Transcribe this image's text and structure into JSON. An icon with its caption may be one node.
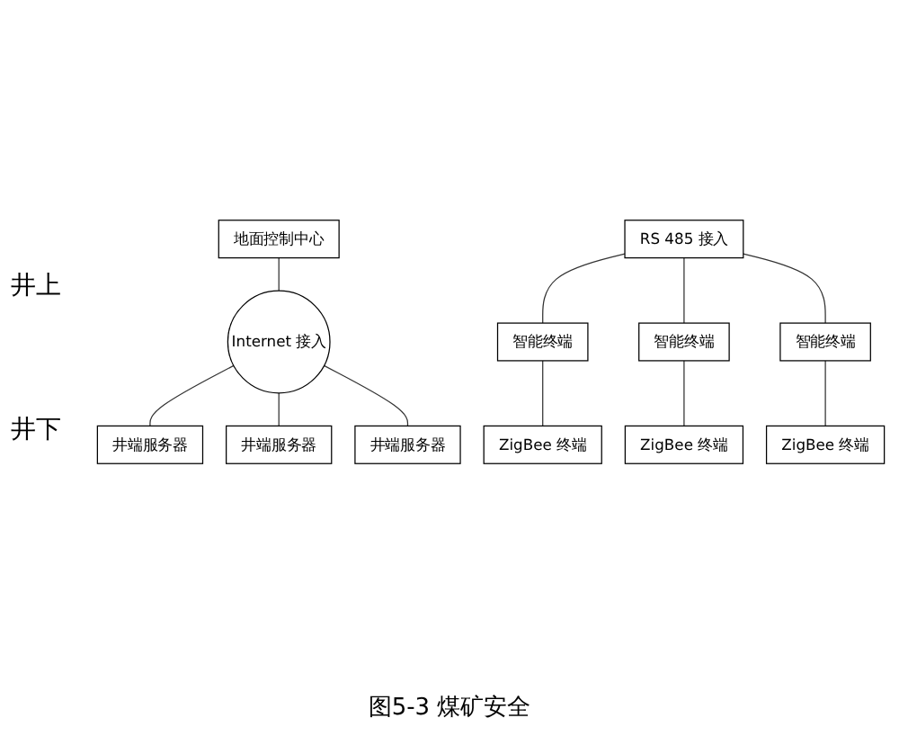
{
  "diagram": {
    "caption": "图5-3 煤矿安全",
    "nodes": [
      {
        "text": [
          "地面控制中心"
        ]
      },
      {
        "text": [
          "Internet 接入"
        ]
      },
      {
        "text": [
          "井端服务器"
        ]
      },
      {
        "text": [
          "井端服务器"
        ]
      },
      {
        "text": [
          "井端服务器"
        ]
      },
      {
        "text": [
          "RS 485 接入"
        ]
      },
      {
        "text": [
          "智能终端"
        ]
      },
      {
        "text": [
          "智能终端"
        ]
      },
      {
        "text": [
          "智能终端"
        ]
      },
      {
        "text": [
          "ZigBee 终端"
        ]
      },
      {
        "text": [
          "ZigBee 终端"
        ]
      },
      {
        "text": [
          "ZigBee 终端"
        ]
      }
    ],
    "edges": [
      {
        "from": 0,
        "to": 1,
        "arrow": "none"
      },
      {
        "from": 1,
        "to": 2,
        "arrow": "none"
      },
      {
        "from": 1,
        "to": 3,
        "arrow": "none"
      },
      {
        "from": 1,
        "to": 4,
        "arrow": "none"
      },
      {
        "from": 5,
        "to": 6,
        "arrow": "none"
      },
      {
        "from": 5,
        "to": 7,
        "arrow": "none"
      },
      {
        "from": 5,
        "to": 8,
        "arrow": "none"
      },
      {
        "from": 6,
        "to": 9,
        "arrow": "none"
      },
      {
        "from": 7,
        "to": 10,
        "arrow": "none"
      },
      {
        "from": 8,
        "to": 11,
        "arrow": "none"
      }
    ],
    "labels": [
      "井上",
      "井下"
    ]
  }
}
